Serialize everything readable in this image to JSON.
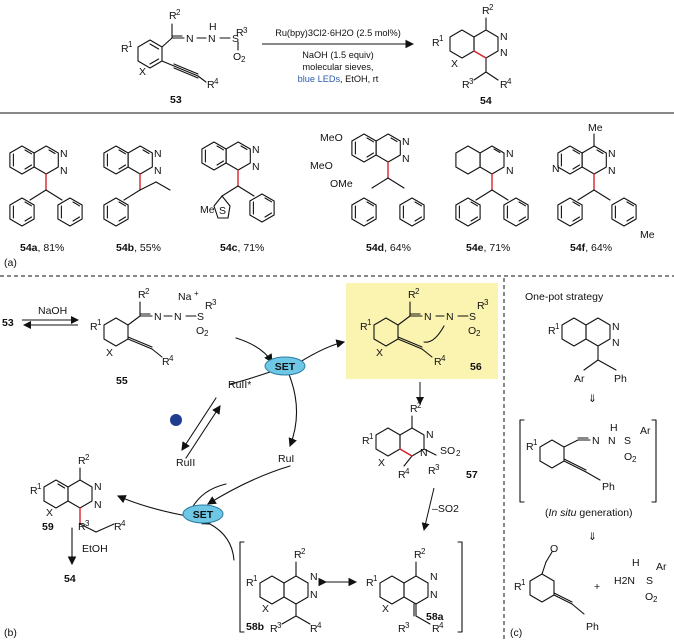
{
  "top_scheme": {
    "compound_53": "53",
    "compound_54": "54",
    "conditions": [
      "Ru(bpy)3Cl2·6H2O (2.5 mol%)",
      "NaOH (1.5 equiv)",
      "molecular sieves,"
    ],
    "conditions_blue": "blue LEDs",
    "conditions_tail": ", EtOH, rt",
    "substituents": {
      "R1": "R1",
      "R2": "R2",
      "R3": "R3",
      "R4": "R4",
      "X": "X",
      "N": "N",
      "S": "S",
      "O2": "O2",
      "H": "H"
    }
  },
  "products": [
    {
      "id": "54a",
      "yield": ", 81%"
    },
    {
      "id": "54b",
      "yield": ", 55%"
    },
    {
      "id": "54c",
      "yield": ", 71%"
    },
    {
      "id": "54d",
      "yield": ", 64%"
    },
    {
      "id": "54e",
      "yield": ", 71%"
    },
    {
      "id": "54f",
      "yield": ", 64%"
    }
  ],
  "product_groups": {
    "me": "Me",
    "meo": "MeO",
    "ome": "OMe"
  },
  "panel_labels": {
    "a": "(a)",
    "b": "(b)",
    "c": "(c)"
  },
  "mechanism": {
    "reagent": "NaOH",
    "start": "53",
    "salt": "55",
    "na": "Na",
    "plus": "+",
    "set": "SET",
    "ru_ii_star": "RuII*",
    "ru_ii": "RuII",
    "ru_i": "RuI",
    "int56": "56",
    "int57": "57",
    "int58a": "58a",
    "int58b": "58b",
    "int59": "59",
    "so2": "–SO2",
    "etoh": "EtOH",
    "final": "54"
  },
  "one_pot": {
    "title": "One-pot strategy",
    "insitu_pre": "(",
    "insitu_it": "In situ",
    "insitu_post": " generation)",
    "ar": "Ar",
    "ph": "Ph",
    "plus": "+",
    "h2n": "H2N",
    "h": "H"
  }
}
